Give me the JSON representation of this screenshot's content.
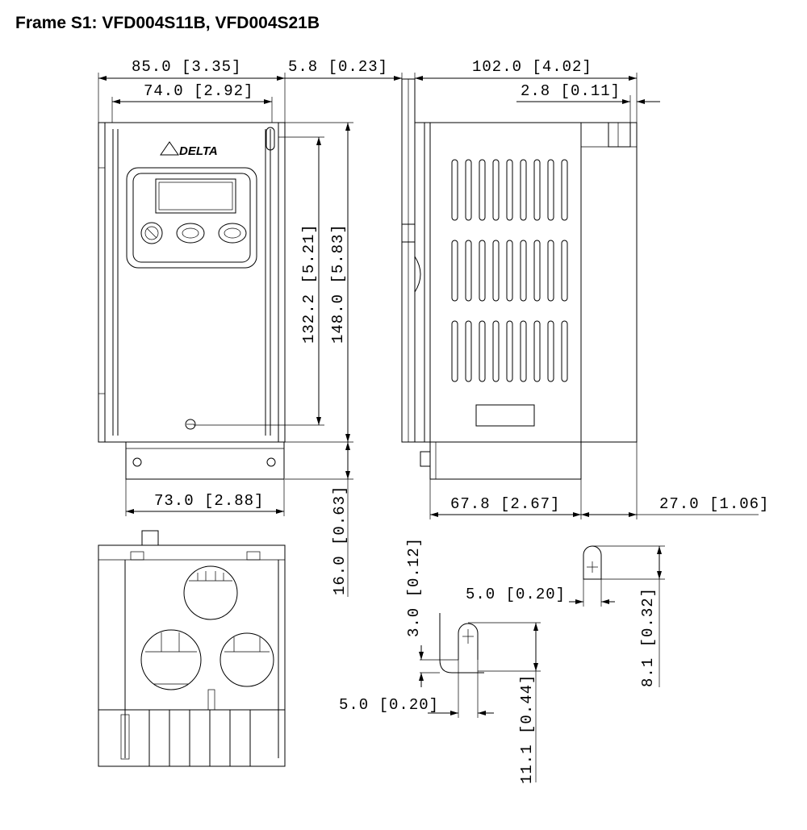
{
  "title": "Frame S1: VFD004S11B, VFD004S21B",
  "brand": "DELTA",
  "dimensions": {
    "front_width_overall": "85.0 [3.35]",
    "front_width_inner": "74.0 [2.92]",
    "gap": "5.8 [0.23]",
    "side_depth_overall": "102.0 [4.02]",
    "side_knob": "2.8 [0.11]",
    "mount_hole_pitch": "132.2 [5.21]",
    "height_overall": "148.0 [5.83]",
    "bracket_width": "73.0 [2.88]",
    "side_depth_body": "67.8 [2.67]",
    "side_depth_heatsink": "27.0 [1.06]",
    "bracket_height": "16.0 [0.63]",
    "slot_width_top": "5.0 [0.20]",
    "slot_height_top": "8.1 [0.32]",
    "slot_offset": "3.0 [0.12]",
    "slot_width_bottom": "5.0 [0.20]",
    "slot_height_bottom": "11.1 [0.44]"
  }
}
